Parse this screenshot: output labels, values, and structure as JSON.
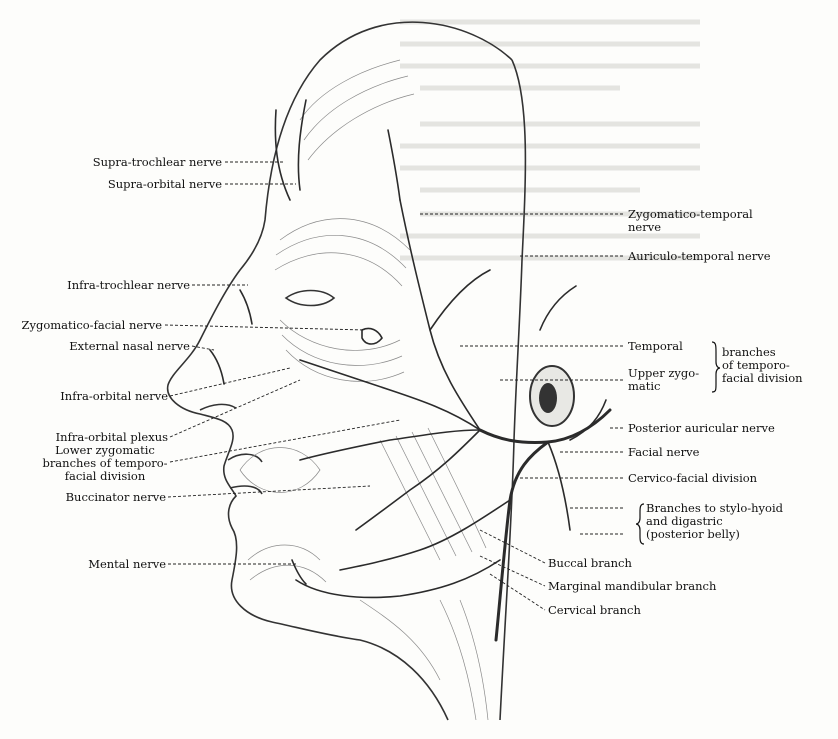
{
  "labels": {
    "supra_trochlear": "Supra-trochlear nerve",
    "supra_orbital": "Supra-orbital nerve",
    "infra_trochlear": "Infra-trochlear nerve",
    "zygomatico_facial": "Zygomatico-facial nerve",
    "external_nasal": "External nasal nerve",
    "infra_orbital": "Infra-orbital nerve",
    "infra_orbital_plexus": "Infra-orbital plexus",
    "lower_zygomatic_1": "Lower zygomatic",
    "lower_zygomatic_2": "branches of temporo-",
    "lower_zygomatic_3": "facial division",
    "buccinator": "Buccinator nerve",
    "mental": "Mental nerve",
    "zygomatico_temporal_1": "Zygomatico-temporal",
    "zygomatico_temporal_2": "nerve",
    "auriculo_temporal": "Auriculo-temporal nerve",
    "temporal": "Temporal",
    "upper_zygomatic_1": "Upper zygo-",
    "upper_zygomatic_2": "matic",
    "branches_group_1": "branches",
    "branches_group_2": "of temporo-",
    "branches_group_3": "facial division",
    "posterior_auricular": "Posterior auricular nerve",
    "facial": "Facial nerve",
    "cervico_facial": "Cervico-facial division",
    "stylo_1": "Branches to stylo-hyoid",
    "stylo_2": "and digastric",
    "stylo_3": "(posterior belly)",
    "buccal_branch": "Buccal branch",
    "marginal_mandibular": "Marginal mandibular branch",
    "cervical_branch": "Cervical branch"
  }
}
